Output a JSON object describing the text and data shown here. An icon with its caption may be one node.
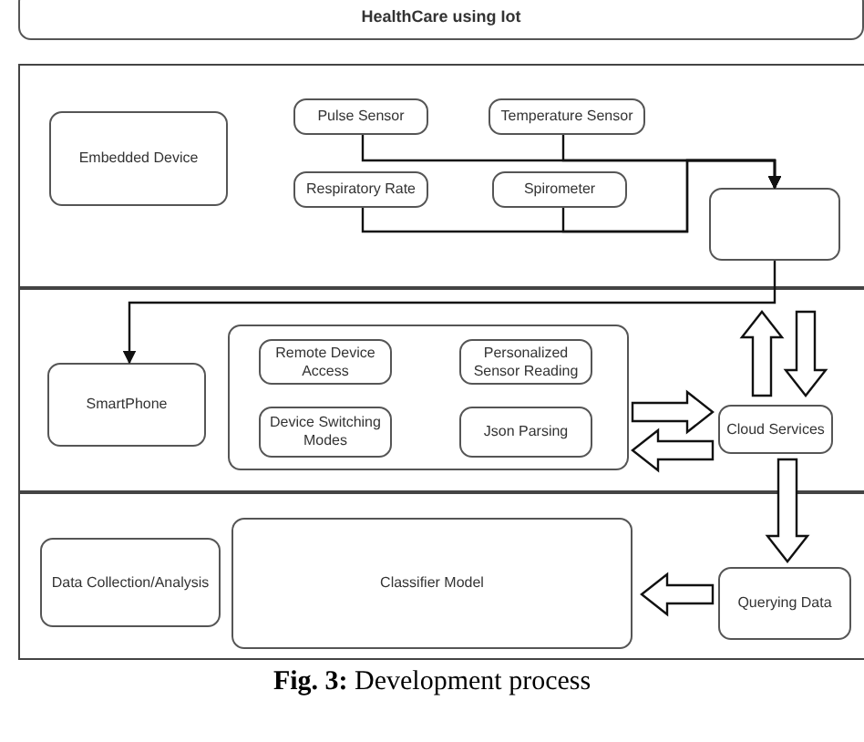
{
  "diagram": {
    "caption": "**Fig. 3:** Development process",
    "nodes": [
      {
        "text": [
          "HealthCare using Iot"
        ]
      },
      {
        "text": [],
        "shape": "box"
      },
      {
        "text": [
          "Embedded Device"
        ],
        "in": 1
      },
      {
        "text": [
          "Pulse Sensor"
        ],
        "in": 1
      },
      {
        "text": [
          "Temperature Sensor"
        ],
        "in": 1
      },
      {
        "text": [
          "Respiratory Rate"
        ],
        "in": 1
      },
      {
        "text": [
          "Spirometer"
        ],
        "in": 1
      },
      {
        "text": [],
        "shape": "box",
        "in": 1
      },
      {
        "text": [],
        "shape": "box"
      },
      {
        "text": [
          "SmartPhone"
        ],
        "in": 8
      },
      {
        "text": [],
        "shape": "box",
        "in": 8
      },
      {
        "text": [
          "Remote Device Access"
        ],
        "in": 10
      },
      {
        "text": [
          "Personalized Sensor Reading"
        ],
        "in": 10
      },
      {
        "text": [
          "Device Switching Modes"
        ],
        "in": 10
      },
      {
        "text": [
          "Json Parsing"
        ],
        "in": 10
      },
      {
        "text": [
          "Cloud Services"
        ],
        "in": 8
      },
      {
        "text": [],
        "shape": "box"
      },
      {
        "text": [
          "Data Collection/Analysis"
        ],
        "in": 16
      },
      {
        "text": [
          "Classifier Model"
        ],
        "in": 16
      },
      {
        "text": [
          "Querying Data"
        ],
        "in": 16
      }
    ],
    "edges": [
      {
        "from": 3,
        "to": 7,
        "arrow": "to"
      },
      {
        "from": 4,
        "to": 7,
        "arrow": "to"
      },
      {
        "from": 5,
        "to": 7,
        "arrow": "to"
      },
      {
        "from": 6,
        "to": 7,
        "arrow": "to"
      },
      {
        "from": 7,
        "to": 9,
        "arrow": "to"
      },
      {
        "from": 15,
        "to": 7,
        "arrow": "to",
        "style": "thick"
      },
      {
        "from": 7,
        "to": 15,
        "arrow": "to",
        "style": "thick"
      },
      {
        "from": 10,
        "to": 15,
        "arrow": "to",
        "style": "thick"
      },
      {
        "from": 15,
        "to": 10,
        "arrow": "to",
        "style": "thick"
      },
      {
        "from": 15,
        "to": 19,
        "arrow": "to",
        "style": "thick"
      },
      {
        "from": 19,
        "to": 18,
        "arrow": "to",
        "style": "thick"
      }
    ]
  }
}
